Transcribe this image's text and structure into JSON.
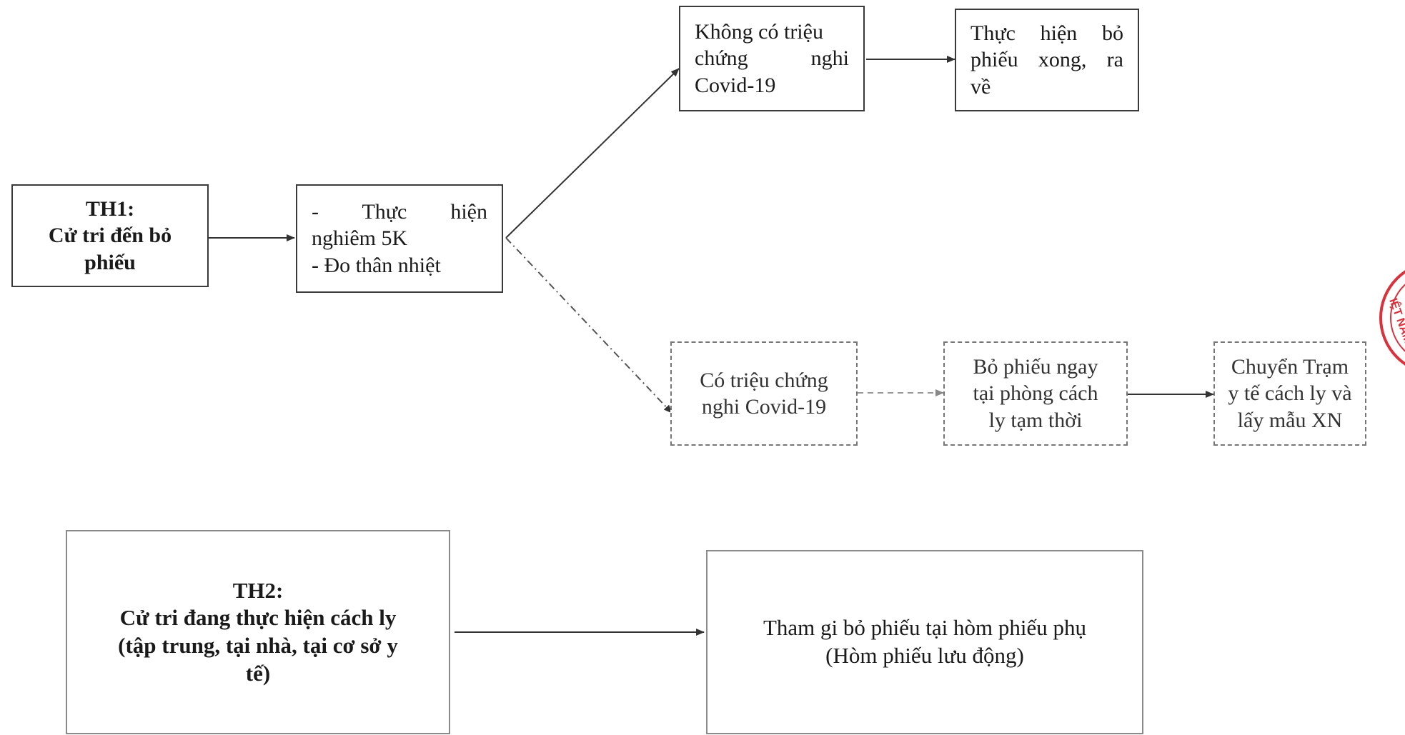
{
  "th1": {
    "title": "TH1:",
    "subtitle_lines": [
      "Cử tri đến bỏ",
      "phiếu"
    ]
  },
  "check": {
    "line1": "- Thực hiện",
    "line2": "nghiêm 5K",
    "line3": "- Đo thân nhiệt"
  },
  "no_symptom": {
    "lines": [
      "Không có triệu",
      "chứng nghi",
      "Covid-19"
    ]
  },
  "vote_done": {
    "lines": [
      "Thực hiện bỏ",
      "phiếu xong, ra",
      "về"
    ]
  },
  "symptom": {
    "lines": [
      "Có triệu chứng",
      "nghi Covid-19"
    ]
  },
  "vote_isolation": {
    "lines": [
      "Bỏ phiếu ngay",
      "tại phòng cách",
      "ly tạm thời"
    ]
  },
  "transfer": {
    "lines": [
      "Chuyển Trạm",
      "y tế cách ly và",
      "lấy mẫu XN"
    ]
  },
  "th2": {
    "title": "TH2:",
    "lines": [
      "Cử tri đang thực hiện cách ly",
      "(tập trung, tại nhà, tại cơ sở y",
      "tế)"
    ]
  },
  "mobile_box": {
    "lines": [
      "Tham gi bỏ phiếu tại hòm phiếu phụ",
      "(Hòm phiếu lưu động)"
    ]
  },
  "stamp": {
    "text": "IỆT NAM",
    "color": "#d9323c"
  }
}
